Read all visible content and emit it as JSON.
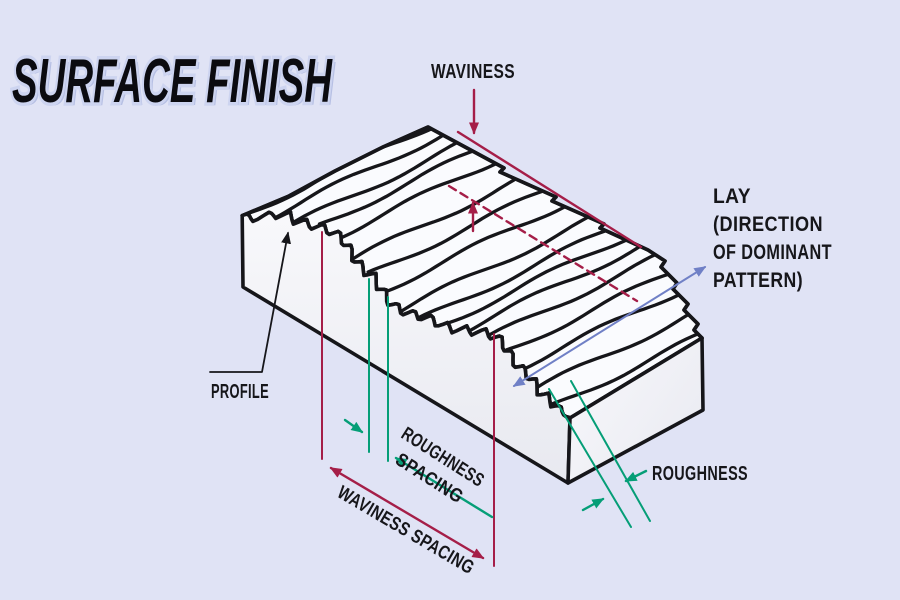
{
  "title": "SURFACE FINISH",
  "labels": {
    "waviness": "WAVINESS",
    "lay": [
      "LAY",
      "(DIRECTION",
      "OF DOMINANT",
      "PATTERN)"
    ],
    "profile": "PROFILE",
    "roughness_spacing": [
      "ROUGHNESS",
      "SPACING"
    ],
    "waviness_spacing": "WAVINESS SPACING",
    "roughness": "ROUGHNESS"
  },
  "colors": {
    "background": "#e0e3f5",
    "ink": "#16161a",
    "waviness_red": "#a51e48",
    "roughness_green": "#059e77",
    "lay_blue": "#7080c6"
  }
}
